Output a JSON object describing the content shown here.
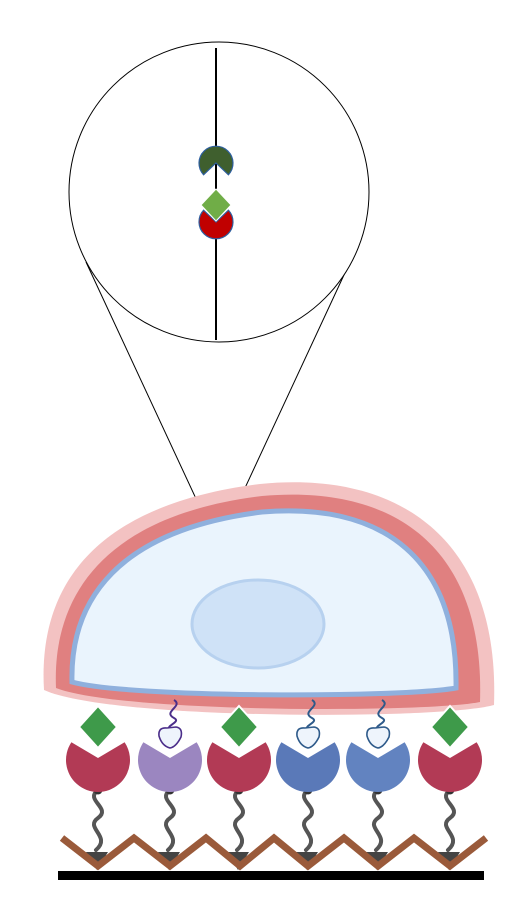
{
  "colors": {
    "background": "#ffffff",
    "outline": "#000000",
    "zoom_bead_dark": "#3f5f2e",
    "zoom_ligand": "#70ad47",
    "zoom_bead_red": "#c00000",
    "cell_outer_halo": "#f3c2c2",
    "cell_outer_ring": "#e08080",
    "cell_membrane": "#8fb0dd",
    "cell_cytoplasm": "#eaf4fd",
    "nucleus": "#cfe2f7",
    "receptor_bound": "#b23a55",
    "receptor_purple": "#9b86c0",
    "receptor_blue": "#5a79b8",
    "ligand_green": "#3e9a4a",
    "linker_gray": "#555555",
    "substrate_zigzag": "#9a5a3a",
    "substrate_base": "#000000"
  },
  "icons": {
    "zoom_lens": "magnifier-circle-icon",
    "bead": "pacman-bead-icon",
    "ligand": "diamond-ligand-icon",
    "receptor": "cup-receptor-icon",
    "tether": "wavy-linker-icon"
  },
  "receptors": [
    {
      "type": "bound",
      "ligand": "diamond"
    },
    {
      "type": "unbound",
      "ligand": "loop"
    },
    {
      "type": "bound",
      "ligand": "diamond"
    },
    {
      "type": "unbound",
      "ligand": "loop"
    },
    {
      "type": "unbound",
      "ligand": "loop"
    },
    {
      "type": "bound",
      "ligand": "diamond"
    }
  ]
}
